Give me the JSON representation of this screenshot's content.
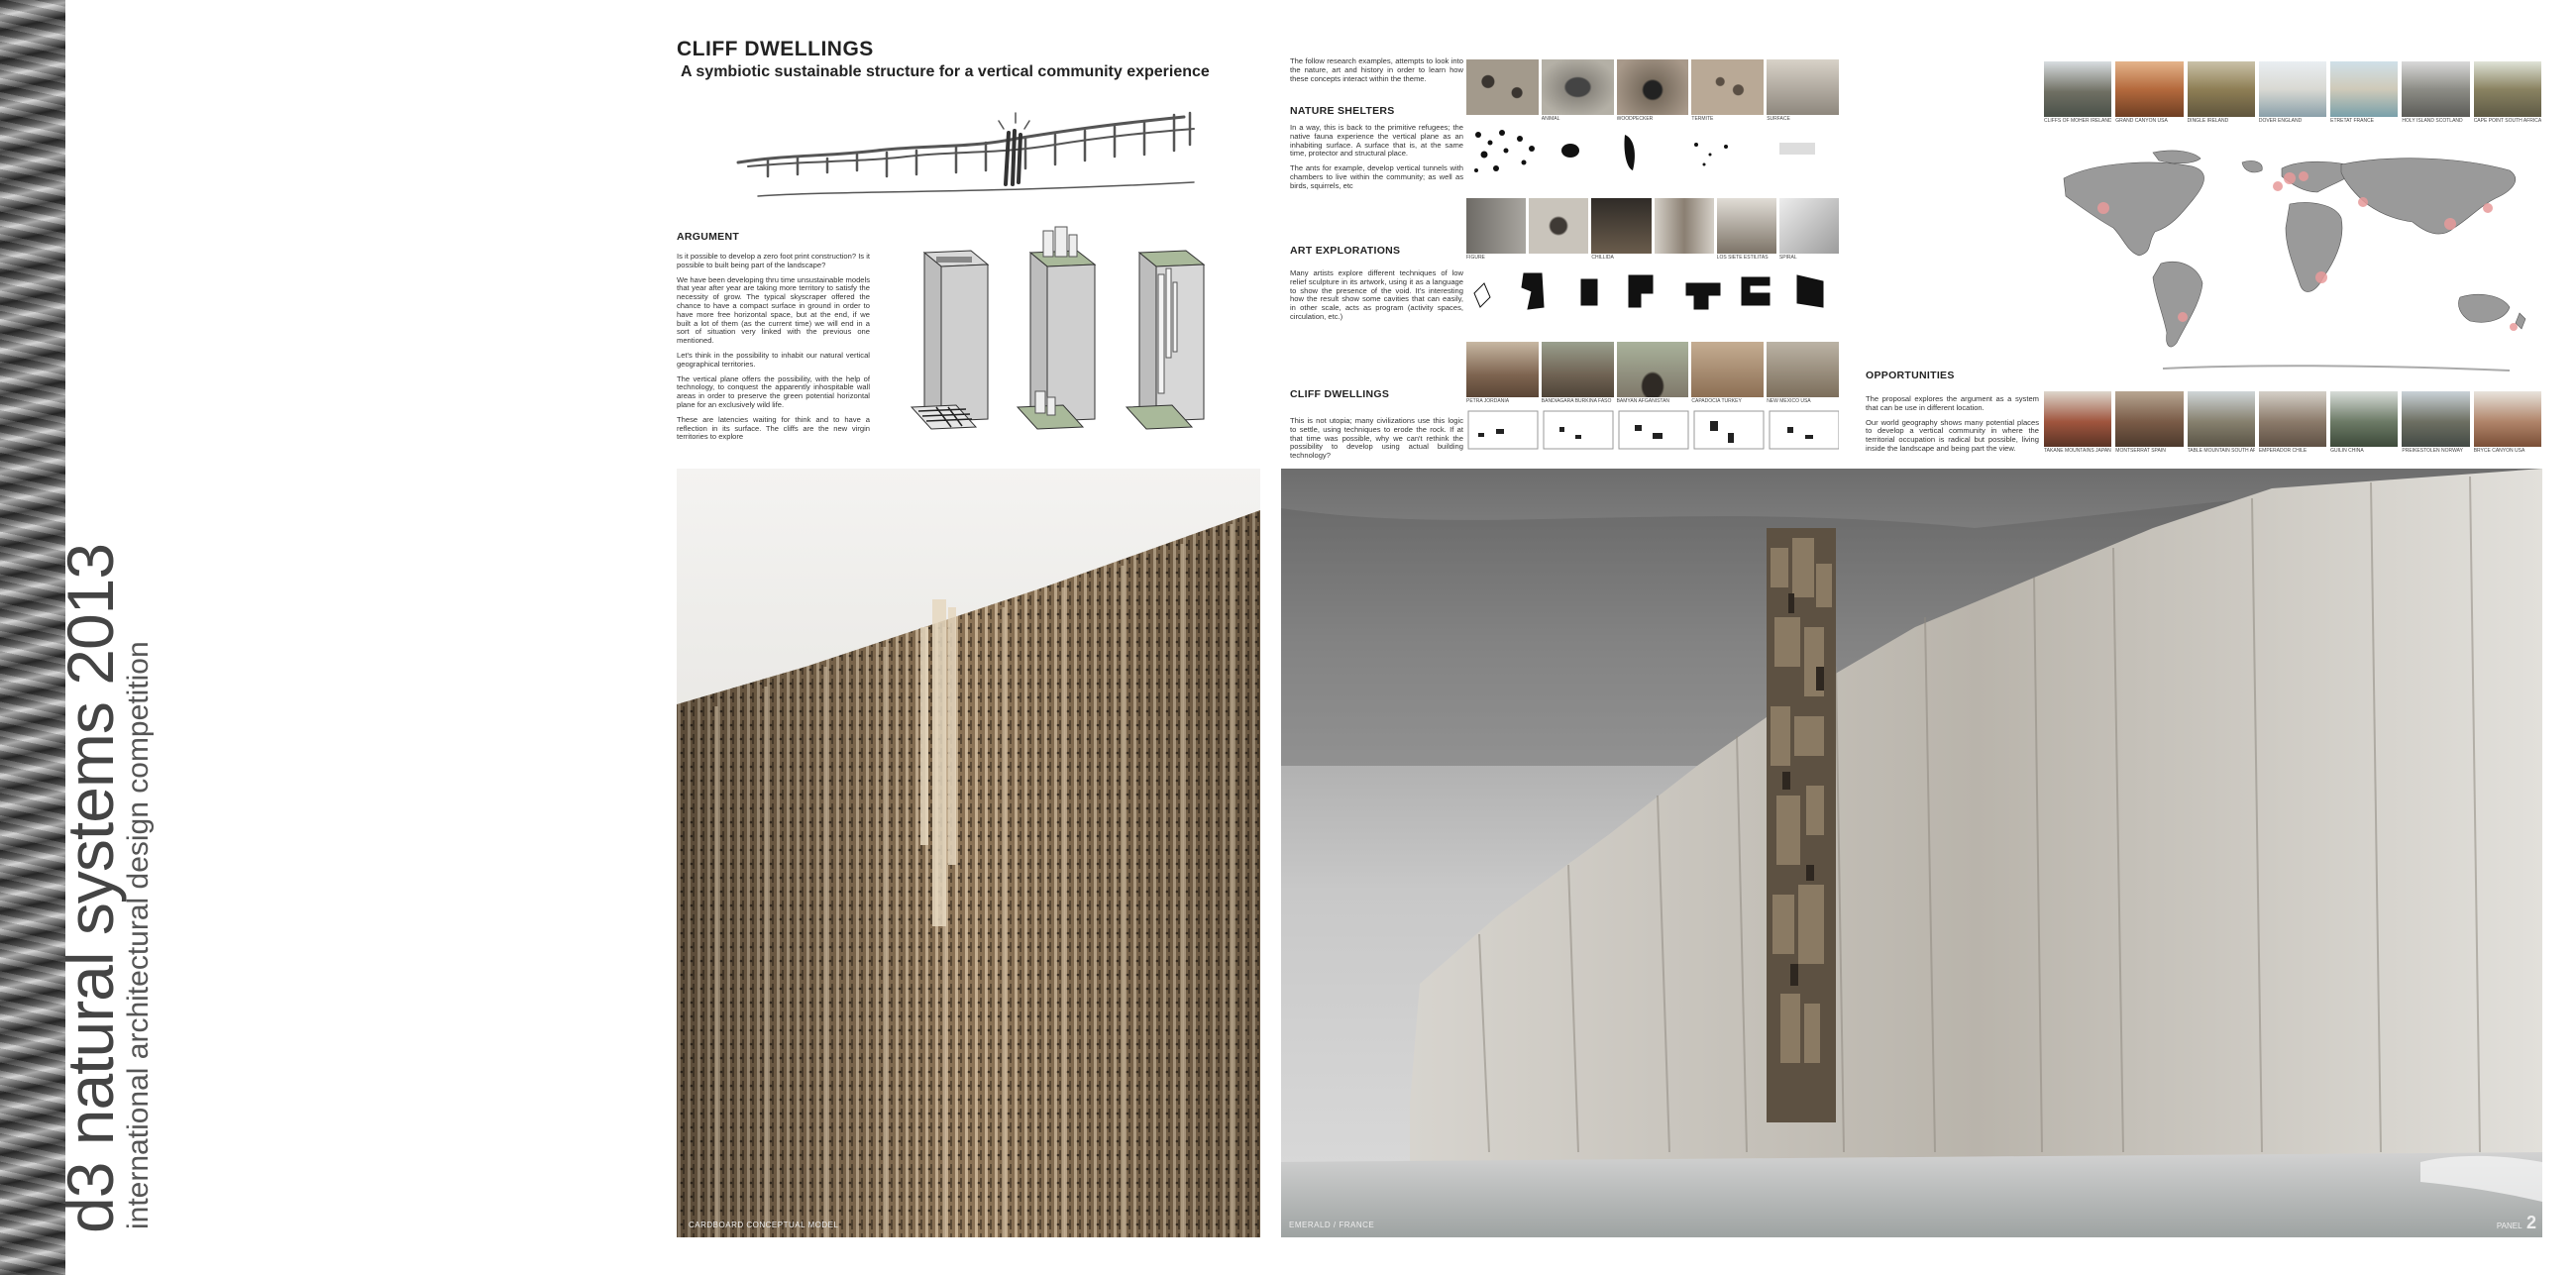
{
  "competition": {
    "title": "d3 natural systems 2013",
    "subtitle": "international architectural design competition"
  },
  "header": {
    "title": "CLIFF DWELLINGS",
    "subtitle": "A symbiotic sustainable structure for a vertical community experience"
  },
  "argument": {
    "heading": "ARGUMENT",
    "paragraphs": [
      "Is it possible to develop a zero foot print construction? Is it possible to built being part of the landscape?",
      "We have been developing thru time unsustainable models that year after year are taking more territory to satisfy the necessity of grow. The typical skyscraper offered the chance to have a compact surface in ground in order to have more free horizontal space, but at the end, if we built a lot of them (as the current time) we will end in a sort of situation very linked with the previous one mentioned.",
      "Let's think in the possibility to inhabit our natural vertical geographical territories.",
      "The vertical plane offers the possibility, with the help of technology, to conquest the apparently inhospitable wall areas in order to preserve the green potential horizontal plane for an exclusively wild life.",
      "These are latencies waiting for think and to have a reflection in its surface. The cliffs are the new virgin territories to explore"
    ]
  },
  "research": {
    "intro": "The follow research examples, attempts to look into the nature, art and history in order to learn how these concepts interact within the theme.",
    "sections": [
      {
        "heading": "NATURE SHELTERS",
        "paragraphs": [
          "In a way, this is back to the primitive refugees; the native fauna experience the vertical plane as an inhabiting surface. A surface that is, at the same time, protector and structural place.",
          "The ants for example, develop vertical tunnels with chambers to live within the community; as well as birds, squirrels, etc"
        ],
        "captions": [
          "",
          "ANIMAL",
          "WOODPECKER",
          "TERMITE",
          "SURFACE"
        ]
      },
      {
        "heading": "ART EXPLORATIONS",
        "paragraphs": [
          "Many artists explore different techniques of low relief sculpture in its artwork, using it as a language to show the presence of the void. It's interesting how the result show some cavities that can easily, in other scale, acts as program (activity spaces, circulation, etc.)"
        ],
        "captions": [
          "FIGURE",
          "",
          "CHILLIDA",
          "",
          "LOS SIETE ESTILITAS",
          "SPIRAL"
        ]
      },
      {
        "heading": "CLIFF DWELLINGS",
        "paragraphs": [
          "This is not utopia; many civilizations use this logic to settle, using techniques to erode the rock. If at that time was possible, why we can't rethink the possibility to develop using actual building technology?"
        ],
        "captions": [
          "PETRA JORDANIA",
          "BANDIAGARA BURKINA FASO",
          "BAMYAN AFGANISTAN",
          "CAPADOCIA TURKEY",
          "NEW MEXICO USA"
        ]
      }
    ]
  },
  "opportunities": {
    "heading": "OPPORTUNITIES",
    "paragraphs": [
      "The proposal explores the argument as a system that can be use in different location.",
      "Our world geography shows many potential places to develop a vertical community in where the territorial occupation is radical but possible, living inside the landscape and being part the view."
    ],
    "top_captions": [
      "CLIFFS OF MOHER IRELAND",
      "GRAND CANYON USA",
      "DINGLE IRELAND",
      "DOVER ENGLAND",
      "ETRETAT FRANCE",
      "HOLY ISLAND SCOTLAND",
      "CAPE POINT SOUTH AFRICA"
    ],
    "bottom_captions": [
      "TAKANE MOUNTAINS JAPAN",
      "MONTSERRAT SPAIN",
      "TABLE MOUNTAIN SOUTH AFRICA",
      "EMPERADOR CHILE",
      "GUILIN CHINA",
      "PREIKESTOLEN NORWAY",
      "BRYCE CANYON USA"
    ]
  },
  "photos": {
    "left_caption": "CARDBOARD CONCEPTUAL MODEL",
    "right_caption": "EMERALD / FRANCE"
  },
  "panel": {
    "label": "PANEL",
    "number": "2"
  }
}
